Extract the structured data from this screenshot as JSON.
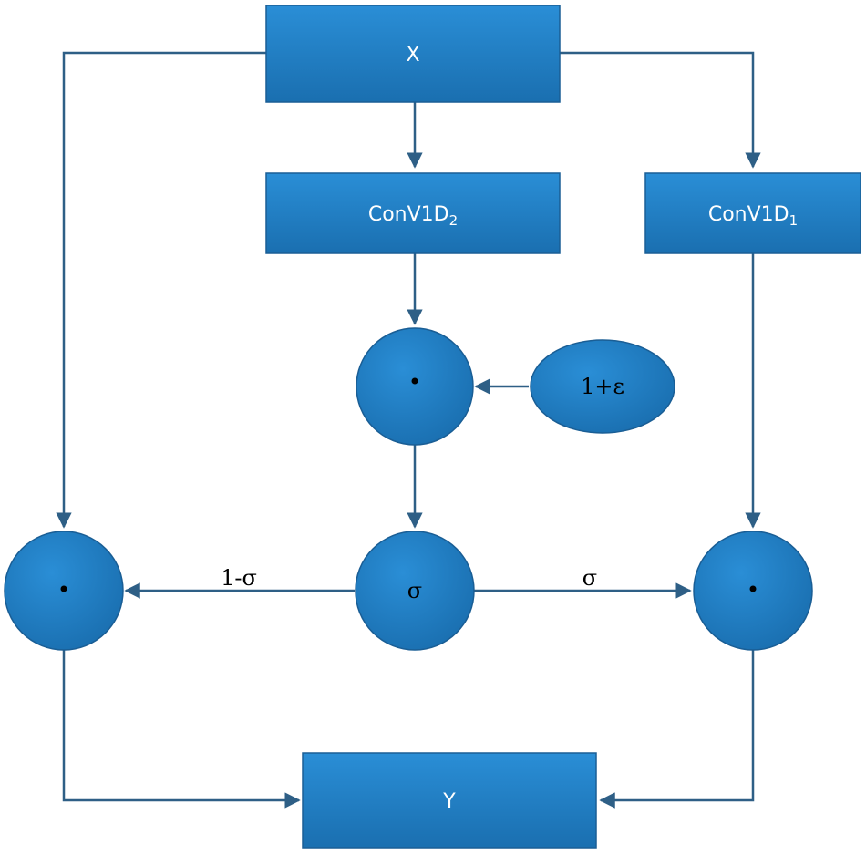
{
  "colors": {
    "node_fill": "#1f7cc1",
    "node_fill_light": "#2a8ed6",
    "node_stroke": "#1a5e95",
    "edge": "#2e5f86"
  },
  "nodes": {
    "x_box": {
      "label": "X"
    },
    "conv2_box": {
      "label": "ConV1D",
      "subscript": "2"
    },
    "conv1_box": {
      "label": "ConV1D",
      "subscript": "1"
    },
    "mult_top": {
      "symbol": "·"
    },
    "one_plus_eps": {
      "label": "1+ε"
    },
    "sigma": {
      "label": "σ"
    },
    "mult_left": {
      "symbol": "·"
    },
    "mult_right": {
      "symbol": "·"
    },
    "y_box": {
      "label": "Y"
    }
  },
  "edges": {
    "left_label": "1-σ",
    "right_label": "σ"
  }
}
